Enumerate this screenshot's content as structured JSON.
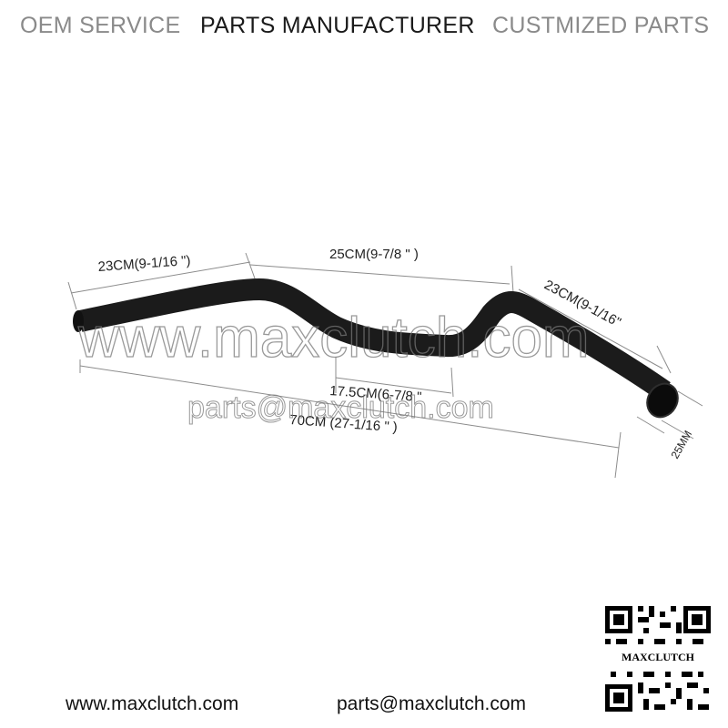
{
  "header": {
    "oem_service": "OEM SERVICE",
    "parts_manufacturer": "PARTS MANUFACTURER",
    "customized_parts": "CUSTMIZED PARTS"
  },
  "dimensions": {
    "left_segment": "23CM(9-1/16 \")",
    "middle_segment": "25CM(9-7/8 \" )",
    "right_segment": "23CM(9-1/16\"",
    "drop_width": "17.5CM(6-7/8 \"",
    "total_length": "70CM (27-1/16 \" )",
    "tube_diameter": "25MM"
  },
  "watermark": {
    "site": "www.maxclutch.com",
    "email": "parts@maxclutch.com"
  },
  "footer": {
    "website": "www.maxclutch.com",
    "email": "parts@maxclutch.com"
  },
  "qr": {
    "label": "MAXCLUTCH"
  },
  "colors": {
    "handlebar": "#1b1b1b",
    "dimension_lines": "#8c8c8c",
    "header_gray": "#8a8a8a",
    "header_dark": "#1a1a1a"
  },
  "icons": [
    "qr-code-icon"
  ]
}
